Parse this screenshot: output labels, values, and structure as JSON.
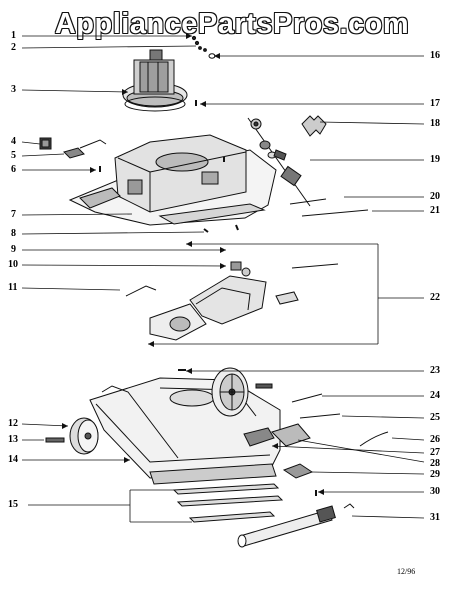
{
  "watermark": "AppliancePartsPros.com",
  "date_code": "12/96",
  "callouts": [
    "1",
    "2",
    "3",
    "4",
    "5",
    "6",
    "7",
    "8",
    "9",
    "10",
    "11",
    "12",
    "13",
    "14",
    "15",
    "16",
    "17",
    "18",
    "19",
    "20",
    "21",
    "22",
    "23",
    "24",
    "25",
    "26",
    "27",
    "28",
    "29",
    "30",
    "31"
  ]
}
